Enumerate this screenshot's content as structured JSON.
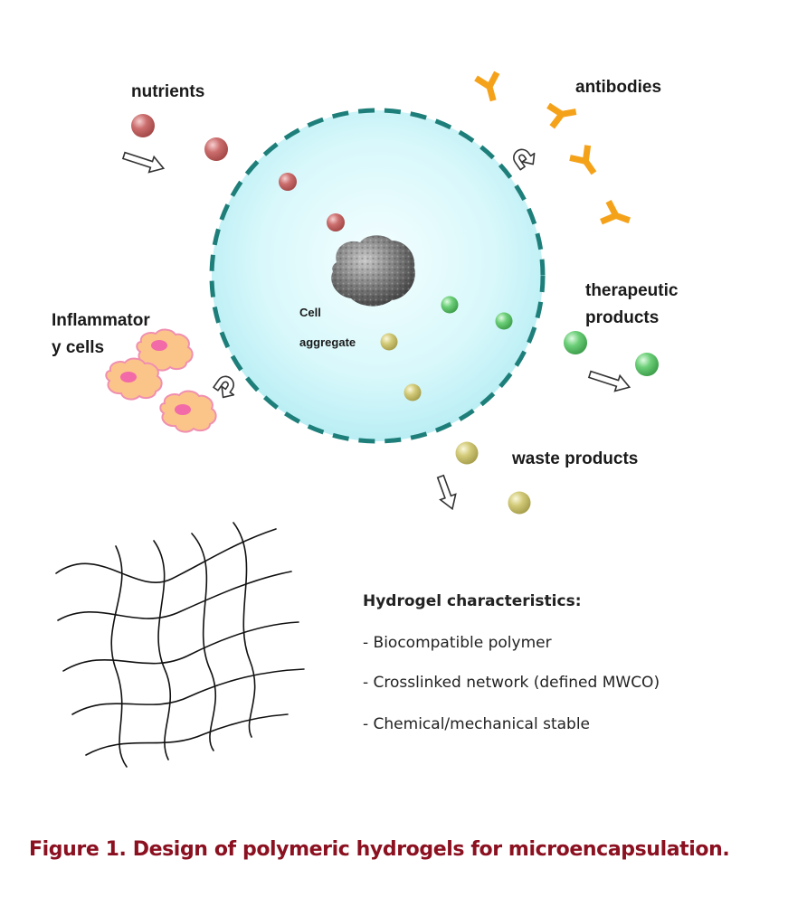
{
  "labels": {
    "nutrients": "nutrients",
    "antibodies": "antibodies",
    "therapeutic_line1": "therapeutic",
    "therapeutic_line2": "products",
    "inflammatory_line1": "Inflammator",
    "inflammatory_line2": "y cells",
    "waste": "waste products",
    "cell_line1": "Cell",
    "cell_line2": "aggregate"
  },
  "characteristics": {
    "title": "Hydrogel characteristics:",
    "items": [
      "- Biocompatible polymer",
      "- Crosslinked network (defined MWCO)",
      "- Chemical/mechanical stable"
    ]
  },
  "caption": "Figure 1. Design of polymeric hydrogels for microencapsulation.",
  "colors": {
    "capsule_fill": "#d8f8fb",
    "capsule_border": "#1e7f7a",
    "nutrient": "#c96a6a",
    "therapeutic": "#5cc468",
    "waste": "#c8c06a",
    "antibody": "#f5a21b",
    "inflammatory_cell": "#fbc58a",
    "caption": "#8b1020"
  }
}
